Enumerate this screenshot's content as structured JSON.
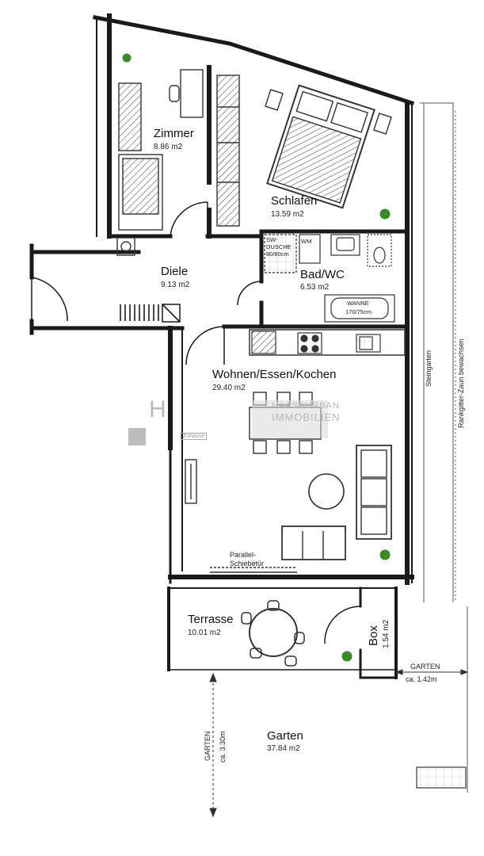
{
  "rooms": {
    "zimmer": {
      "name": "Zimmer",
      "area": "8.86 m2"
    },
    "schlafen": {
      "name": "Schlafen",
      "area": "13.59 m2"
    },
    "diele": {
      "name": "Diele",
      "area": "9.13 m2"
    },
    "bad": {
      "name": "Bad/WC",
      "area": "6.53 m2"
    },
    "wohnen": {
      "name": "Wohnen/Essen/Kochen",
      "area": "29.40 m2"
    },
    "terrasse": {
      "name": "Terrasse",
      "area": "10.01 m2"
    },
    "box": {
      "name": "Box",
      "area": "1.54 m2"
    },
    "garten": {
      "name": "Garten",
      "area": "37.84 m2"
    }
  },
  "fixtures": {
    "dusche_line1": "SW-",
    "dusche_line2": "DUSCHE",
    "dusche_line3": "80/80cm",
    "wm": "WM",
    "wanne_line1": "WANNE",
    "wanne_line2": "170/75cm",
    "schiebetuer_line1": "Parallel-",
    "schiebetuer_line2": "Schiebetür"
  },
  "dimensions": {
    "garten_right_label": "GARTEN",
    "garten_right_value": "ca. 1.42m",
    "garten_left_label": "GARTEN",
    "garten_left_value": "ca. 3.30m"
  },
  "outside": {
    "steingarten": "Steingarten",
    "zaun": "Rankgitter-Zaun bewachsen"
  },
  "watermark": {
    "logo_letter": "H",
    "brand_line1": "HAAS&URBAN",
    "brand_line2": "IMMOBILIEN",
    "stamp": "Zuhause"
  },
  "colors": {
    "wall": "#1a1a1a",
    "furniture": "#333333",
    "hatch": "#555555",
    "plant": "#3a8a2a",
    "watermark": "#bdbdbd"
  }
}
